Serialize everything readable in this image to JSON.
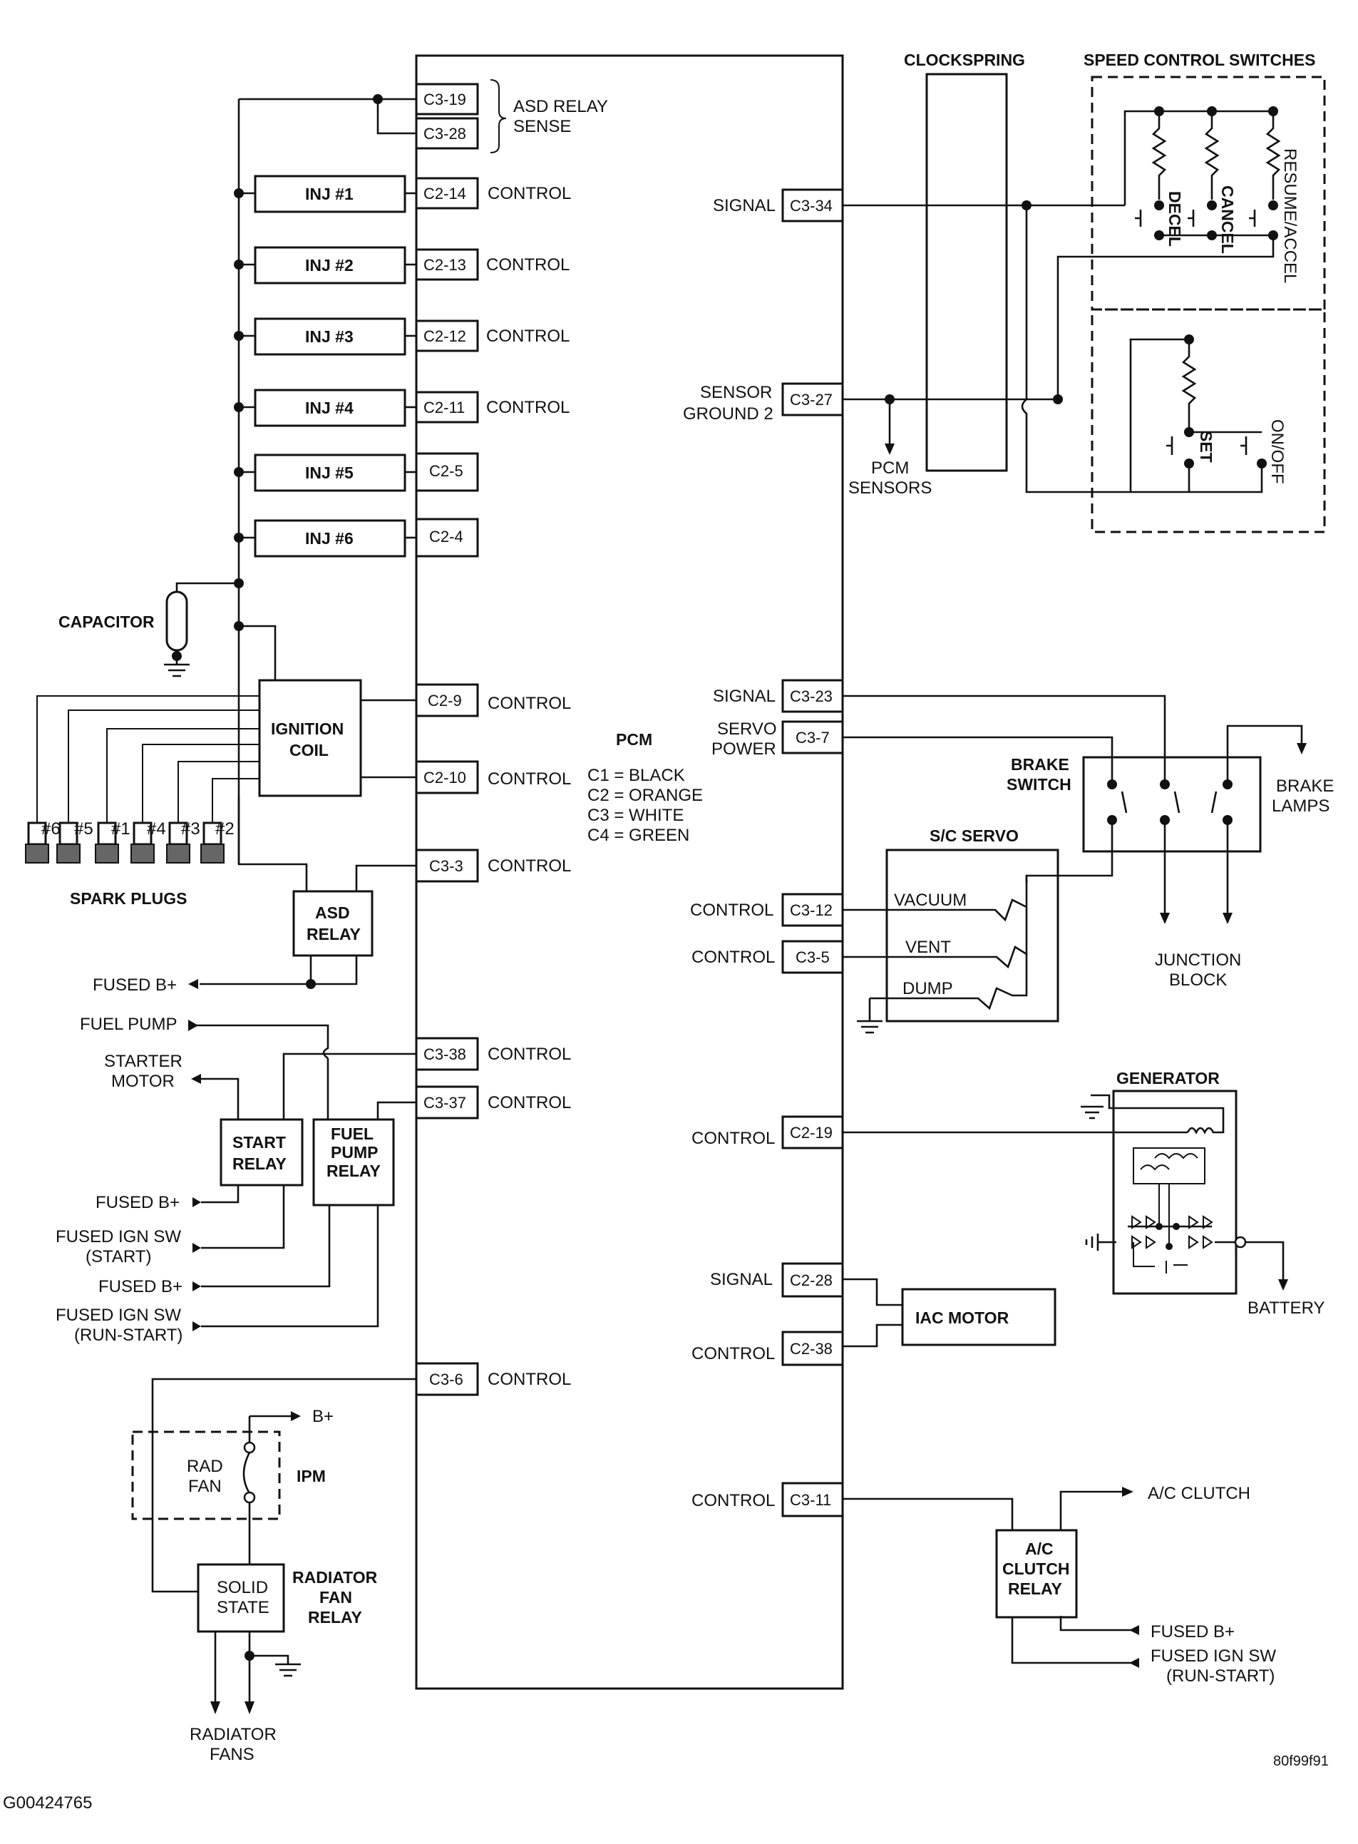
{
  "pcm": {
    "title": "PCM",
    "legend": [
      "C1 = BLACK",
      "C2 = ORANGE",
      "C3 = WHITE",
      "C4 = GREEN"
    ]
  },
  "left_pins": {
    "asd_sense_a": "C3-19",
    "asd_sense_b": "C3-28",
    "inj1": "C2-14",
    "inj2": "C2-13",
    "inj3": "C2-12",
    "inj4": "C2-11",
    "inj5": "C2-5",
    "inj6": "C2-4",
    "coil_a": "C2-9",
    "coil_b": "C2-10",
    "asd": "C3-3",
    "start": "C3-38",
    "fuelpump": "C3-37",
    "radfan": "C3-6"
  },
  "right_pins": {
    "sc_signal": "C3-34",
    "sensor_ground": "C3-27",
    "brake_signal": "C3-23",
    "servo_power": "C3-7",
    "vacuum": "C3-12",
    "vent": "C3-5",
    "generator": "C2-19",
    "iac_signal": "C2-28",
    "iac_control": "C2-38",
    "ac": "C3-11"
  },
  "labels": {
    "asd_relay_sense": [
      "ASD RELAY",
      "SENSE"
    ],
    "control": "CONTROL",
    "signal": "SIGNAL",
    "sensor_ground_2": [
      "SENSOR",
      "GROUND 2"
    ],
    "servo_power": [
      "SERVO",
      "POWER"
    ],
    "pcm_sensors": [
      "PCM",
      "SENSORS"
    ],
    "injectors": [
      "INJ #1",
      "INJ #2",
      "INJ #3",
      "INJ #4",
      "INJ #5",
      "INJ #6"
    ],
    "capacitor": "CAPACITOR",
    "ignition_coil": [
      "IGNITION",
      "COIL"
    ],
    "plug_numbers": [
      "#6",
      "#5",
      "#1",
      "#4",
      "#3",
      "#2"
    ],
    "spark_plugs": "SPARK PLUGS",
    "asd_relay": [
      "ASD",
      "RELAY"
    ],
    "fused_b_plus": "FUSED B+",
    "fuel_pump": "FUEL PUMP",
    "starter_motor": [
      "STARTER",
      "MOTOR"
    ],
    "start_relay": [
      "START",
      "RELAY"
    ],
    "fuel_pump_relay": [
      "FUEL",
      "PUMP",
      "RELAY"
    ],
    "fused_ign_sw": "FUSED IGN SW",
    "start": "(START)",
    "run_start": "(RUN-START)",
    "b_plus": "B+",
    "rad_fan": [
      "RAD",
      "FAN"
    ],
    "ipm": "IPM",
    "solid_state": [
      "SOLID",
      "STATE"
    ],
    "radiator_fan_relay": [
      "RADIATOR",
      "FAN",
      "RELAY"
    ],
    "radiator_fans": [
      "RADIATOR",
      "FANS"
    ],
    "clockspring": "CLOCKSPRING",
    "speed_control_switches": "SPEED CONTROL SWITCHES",
    "decel": "DECEL",
    "cancel": "CANCEL",
    "resume_accel": "RESUME/ACCEL",
    "set": "SET",
    "on_off": "ON/OFF",
    "brake_switch": [
      "BRAKE",
      "SWITCH"
    ],
    "brake_lamps": [
      "BRAKE",
      "LAMPS"
    ],
    "sc_servo": "S/C SERVO",
    "vacuum": "VACUUM",
    "vent": "VENT",
    "dump": "DUMP",
    "junction_block": [
      "JUNCTION",
      "BLOCK"
    ],
    "generator": "GENERATOR",
    "battery": "BATTERY",
    "iac_motor": "IAC MOTOR",
    "ac_clutch": "A/C CLUTCH",
    "ac_clutch_relay": [
      "A/C",
      "CLUTCH",
      "RELAY"
    ]
  },
  "footer": {
    "left_code": "G00424765",
    "right_code": "80f99f91"
  }
}
